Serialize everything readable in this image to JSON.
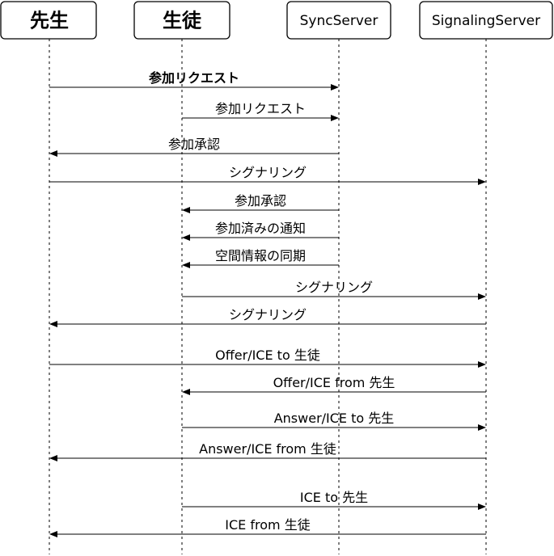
{
  "actors": [
    {
      "id": "teacher",
      "label": "先生"
    },
    {
      "id": "student",
      "label": "生徒"
    },
    {
      "id": "sync",
      "label": "SyncServer"
    },
    {
      "id": "signaling",
      "label": "SignalingServer"
    }
  ],
  "messages": [
    {
      "from": "teacher",
      "to": "sync",
      "label": "参加リクエスト"
    },
    {
      "from": "student",
      "to": "sync",
      "label": "参加リクエスト"
    },
    {
      "from": "sync",
      "to": "teacher",
      "label": "参加承認"
    },
    {
      "from": "teacher",
      "to": "signaling",
      "label": "シグナリング"
    },
    {
      "from": "sync",
      "to": "student",
      "label": "参加承認"
    },
    {
      "from": "sync",
      "to": "student",
      "label": "参加済みの通知"
    },
    {
      "from": "sync",
      "to": "student",
      "label": "空間情報の同期"
    },
    {
      "from": "student",
      "to": "signaling",
      "label": "シグナリング"
    },
    {
      "from": "signaling",
      "to": "teacher",
      "label": "シグナリング"
    },
    {
      "from": "teacher",
      "to": "signaling",
      "label": "Offer/ICE to 生徒"
    },
    {
      "from": "signaling",
      "to": "student",
      "label": "Offer/ICE from 先生"
    },
    {
      "from": "student",
      "to": "signaling",
      "label": "Answer/ICE to 先生"
    },
    {
      "from": "signaling",
      "to": "teacher",
      "label": "Answer/ICE from 生徒"
    },
    {
      "from": "student",
      "to": "signaling",
      "label": "ICE to 先生"
    },
    {
      "from": "signaling",
      "to": "teacher",
      "label": "ICE from 生徒"
    }
  ]
}
